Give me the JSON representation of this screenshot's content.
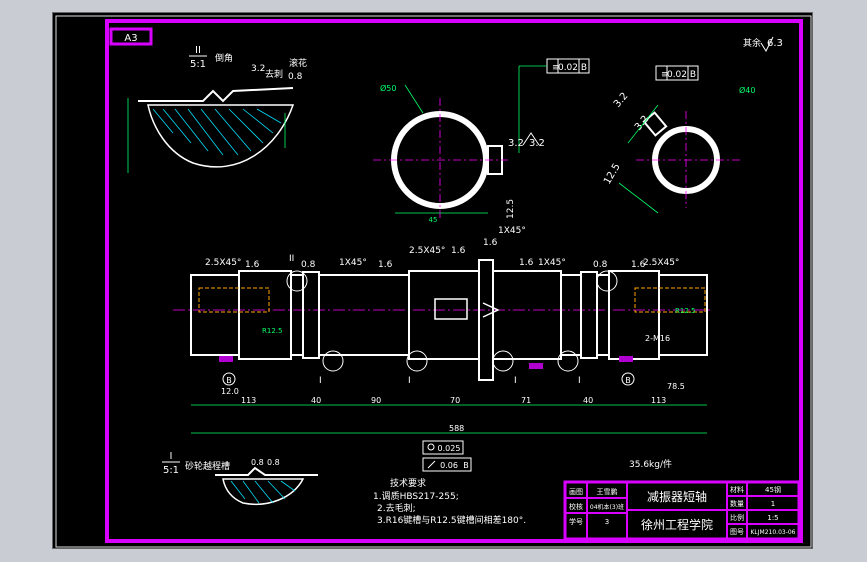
{
  "sheet": {
    "size": "A3",
    "mass": "35.6kg/件"
  },
  "details": {
    "detail_ii": {
      "label": "II",
      "scale": "5:1",
      "chamfer": "倒角",
      "sharp": "去刺",
      "rolled": "滚花",
      "r1": "3.2",
      "r2": "0.8"
    },
    "detail_i": {
      "label": "I",
      "scale": "5:1",
      "groove": "砂轮越程槽",
      "d1": "0.8",
      "d2": "0.8"
    },
    "section_left": {
      "dia": "Ø50",
      "tol_value": "0.02",
      "tol_datum": "B",
      "r1": "3.2",
      "r2": "3.2",
      "keyway": "12.5",
      "depth": "45"
    },
    "section_right": {
      "dia": "Ø40",
      "tol_value": "0.02",
      "tol_datum": "B",
      "r1": "3.2",
      "r2": "3.2",
      "width": "12.5"
    }
  },
  "shaft": {
    "chamfers": [
      "2.5X45°",
      "1X45°",
      "2.5X45°",
      "1X45°",
      "1X45°",
      "2.5X45°"
    ],
    "roughness": [
      "1.6",
      "0.8",
      "1.6",
      "1.6",
      "1.6",
      "1.6",
      "0.8",
      "1.6"
    ],
    "markers": [
      "II",
      "I",
      "I",
      "I",
      "I",
      "B",
      "B"
    ],
    "dims_bottom": [
      "113",
      "40",
      "90",
      "70",
      "71",
      "40",
      "113"
    ],
    "overall": "588",
    "extra_dims": [
      "12.0",
      "78.5"
    ],
    "hole_note": "2-M16",
    "radius_labels": [
      "R12.5",
      "R12.5"
    ],
    "runout_value": "0.025",
    "parallel_value": "0.06",
    "parallel_datum": "B",
    "rest_roughness": "其余",
    "rest_value": "6.3"
  },
  "tech": {
    "title": "技术要求",
    "lines": [
      "1.调质HBS217-255;",
      "2.去毛刺;",
      "3.R16键槽与R12.5键槽间相差180°."
    ]
  },
  "title_block": {
    "name": "减振器短轴",
    "school": "徐州工程学院",
    "rows_left": [
      [
        "画图",
        "王雪鹏"
      ],
      [
        "校核",
        "04机本(3)班"
      ],
      [
        "学号",
        "3"
      ]
    ],
    "rows_right": [
      [
        "材料",
        "45钢"
      ],
      [
        "数量",
        "1"
      ],
      [
        "比例",
        "1:5"
      ],
      [
        "图号",
        "KLJM210.03-06"
      ]
    ]
  },
  "colors": {
    "frame": "#d800ff",
    "line": "#ffffff",
    "dim": "#00ff66",
    "center": "#ff00ff",
    "hatch": "#00e0ff"
  }
}
